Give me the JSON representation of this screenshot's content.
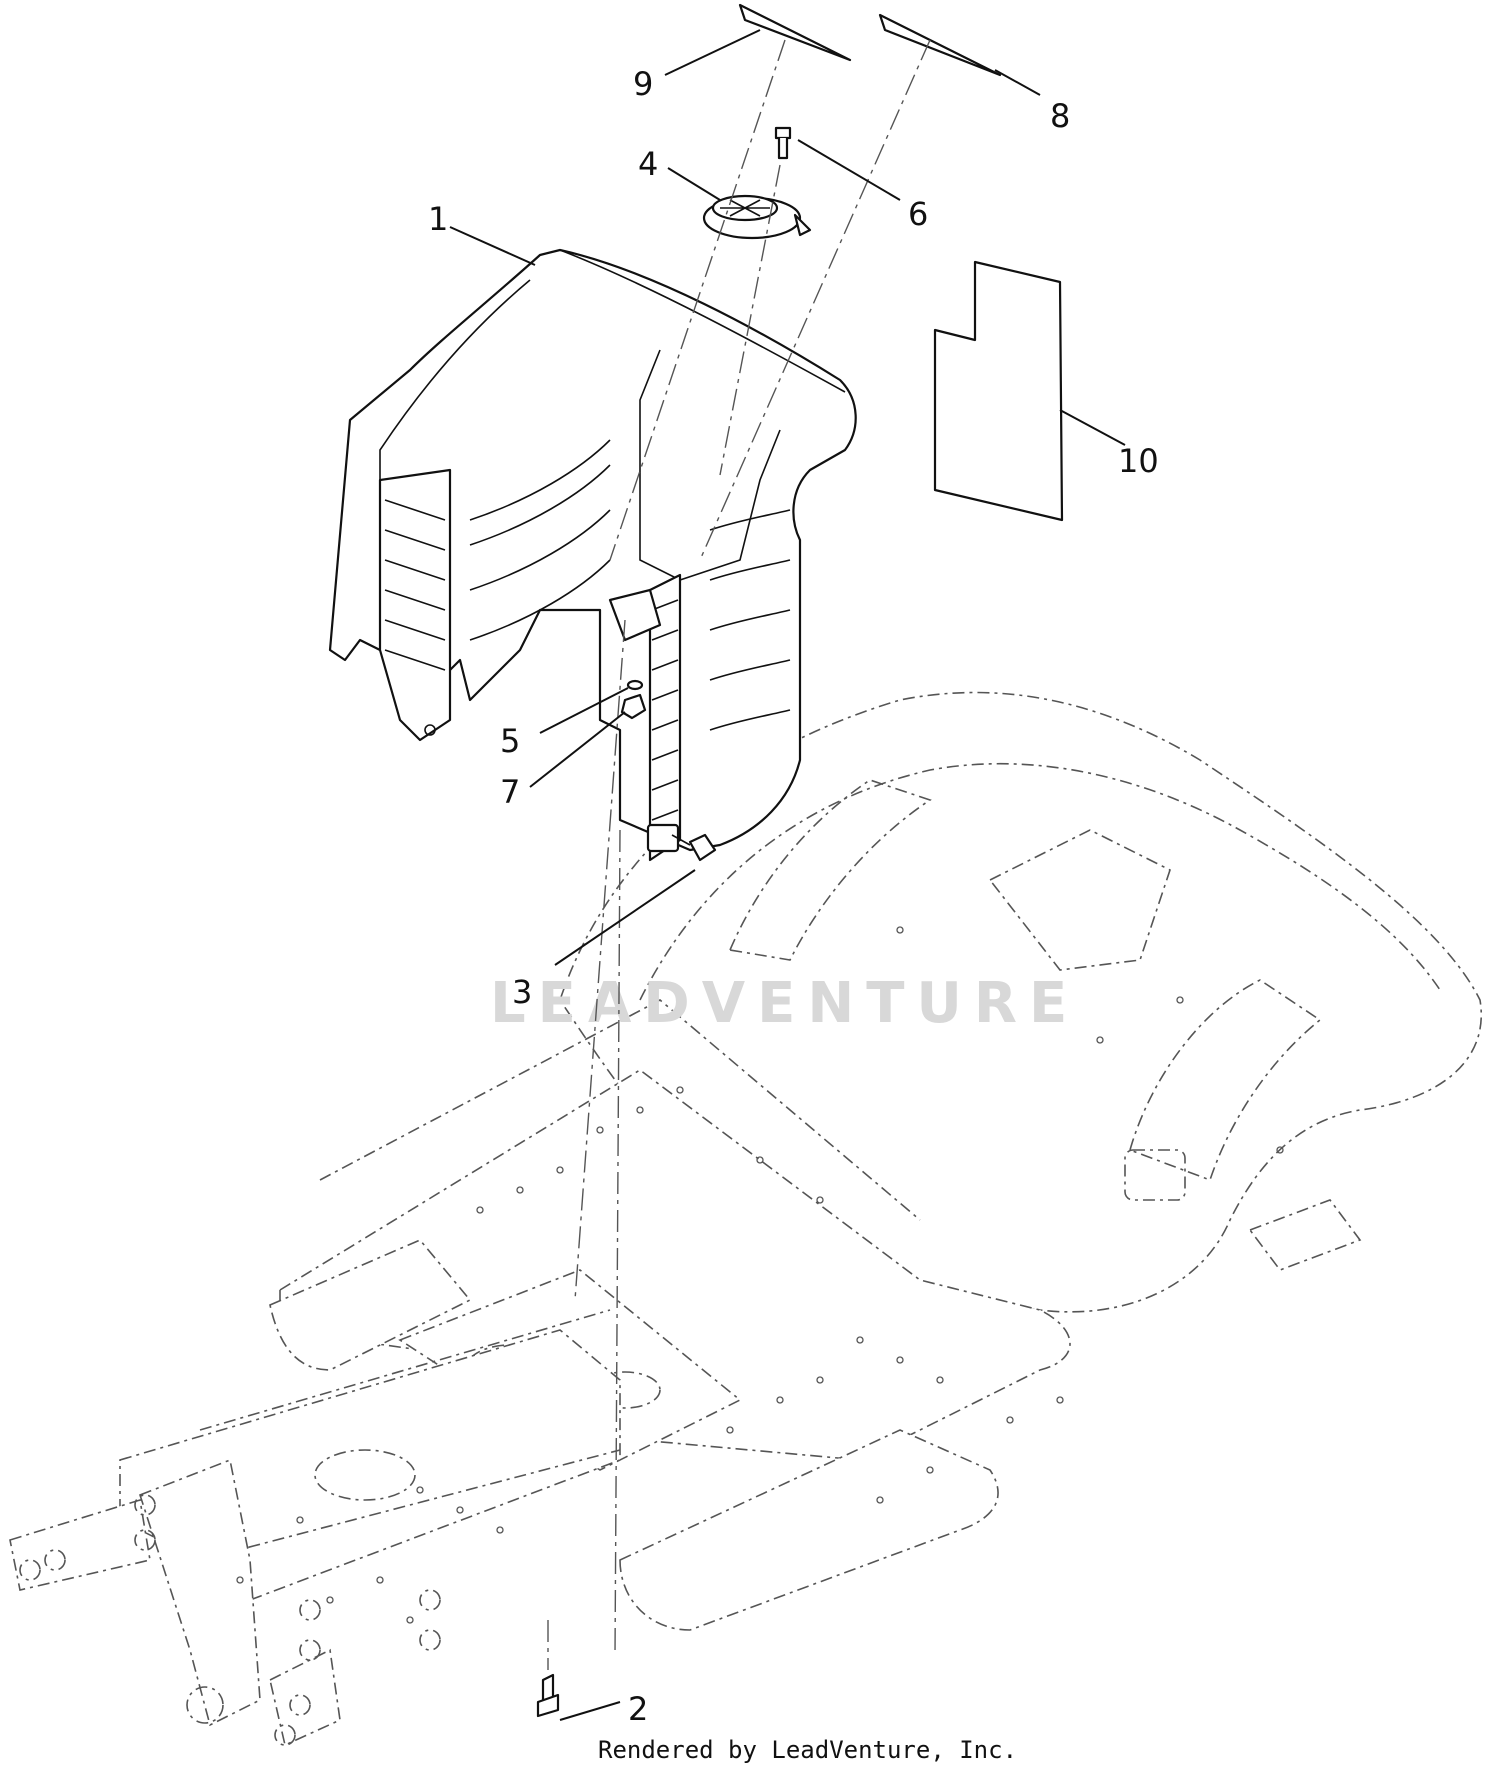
{
  "callouts": {
    "c1": "1",
    "c2": "2",
    "c3": "3",
    "c4": "4",
    "c5": "5",
    "c6": "6",
    "c7": "7",
    "c8": "8",
    "c9": "9",
    "c10": "10"
  },
  "watermark": "LEADVENTURE",
  "footer": "Rendered by LeadVenture, Inc.",
  "colors": {
    "line": "#111111",
    "phantom": "#555555",
    "watermark": "#d8d8d8",
    "background": "#ffffff"
  }
}
